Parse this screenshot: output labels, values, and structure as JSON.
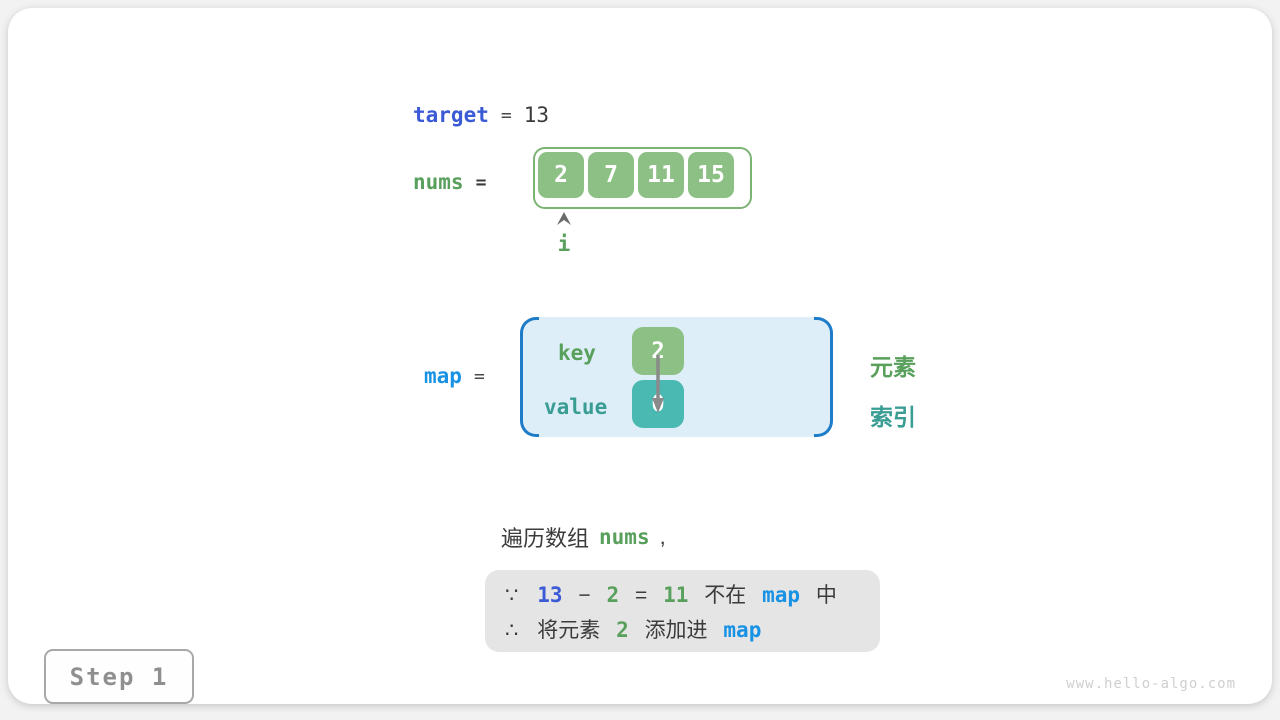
{
  "colors": {
    "royal_blue": "#3B5BD6",
    "bright_blue": "#1792E5",
    "green": "#58A05C",
    "teal": "#3A9D94",
    "green_cell_fill": "#8CC084",
    "teal_cell_fill": "#49B9B1",
    "map_box_bg": "#DDEEF9",
    "bracket_blue": "#1E7CC9",
    "note_bg": "#E5E5E5"
  },
  "target_row": {
    "label": "target",
    "equals": "=",
    "value": "13"
  },
  "nums_row": {
    "label": "nums",
    "equals": "=",
    "cells": [
      "2",
      "7",
      "11",
      "15"
    ],
    "pointer_label": "i"
  },
  "map_row": {
    "label": "map",
    "equals": "=",
    "key_label": "key",
    "value_label": "value",
    "key_value": "2",
    "value_value": "0",
    "element_label": "元素",
    "index_label": "索引"
  },
  "caption": {
    "prefix": "遍历数组",
    "code": "nums",
    "comma": ","
  },
  "note": {
    "because": "∵",
    "target_value": "13",
    "minus": "−",
    "current_value": "2",
    "equals": "=",
    "complement": "11",
    "not_in": "不在",
    "map_code1": "map",
    "in_suffix": "中",
    "therefore": "∴",
    "add_prefix": "将元素",
    "add_value": "2",
    "add_verb": "添加进",
    "map_code2": "map"
  },
  "footer": {
    "step_label": "Step 1",
    "watermark": "www.hello-algo.com"
  }
}
